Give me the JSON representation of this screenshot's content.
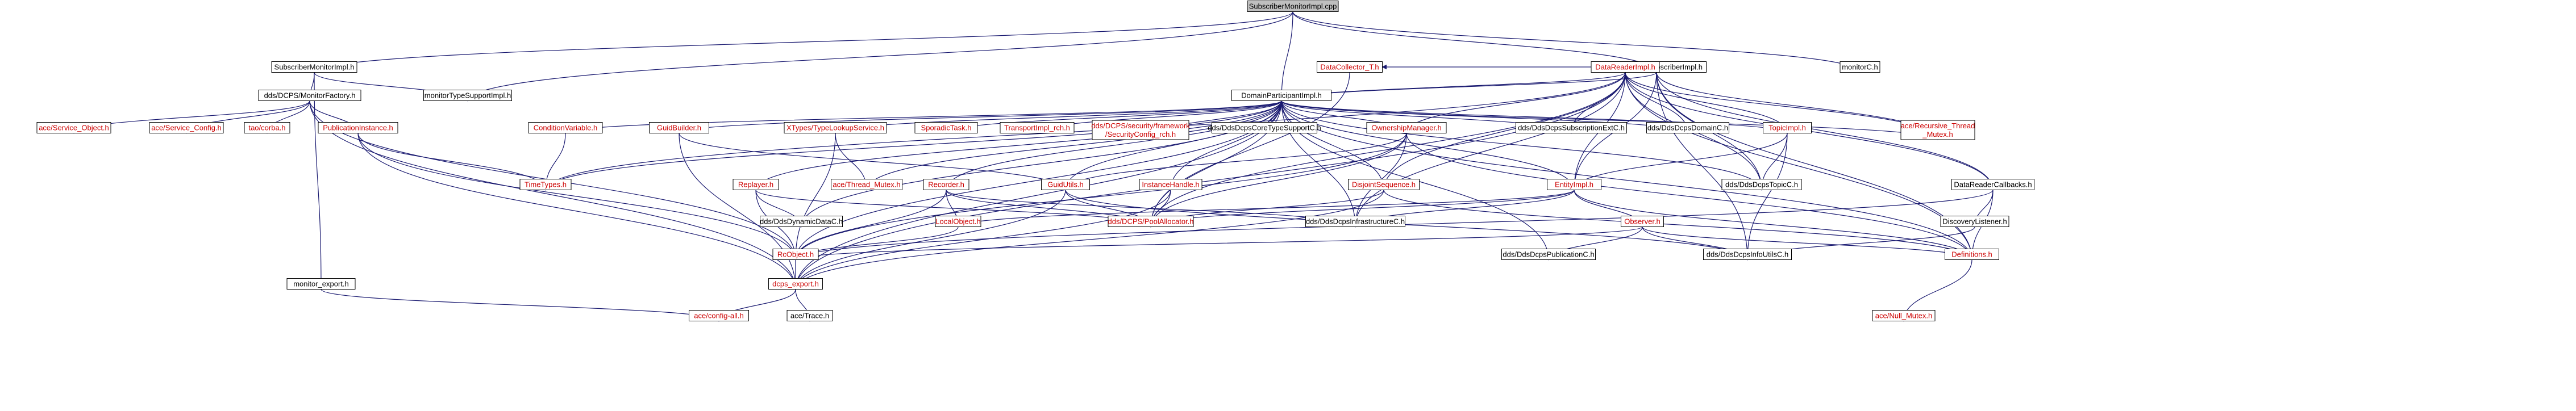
{
  "diagram": {
    "title": "SubscriberMonitorImpl.cpp",
    "colors": {
      "edge": "#191970",
      "root_fill": "#bfbfbf",
      "red_label": "#cc0000",
      "black_label": "#000000"
    },
    "nodes": [
      {
        "id": "root",
        "lines": [
          "SubscriberMonitorImpl.cpp"
        ],
        "color": "root"
      },
      {
        "id": "smi_h",
        "lines": [
          "SubscriberMonitorImpl.h"
        ],
        "color": "black"
      },
      {
        "id": "subimpl_h",
        "lines": [
          "dds/DCPS/SubscriberImpl.h"
        ],
        "color": "black"
      },
      {
        "id": "monitorc",
        "lines": [
          "monitorC.h"
        ],
        "color": "black"
      },
      {
        "id": "mtsi_h",
        "lines": [
          "monitorTypeSupportImpl.h"
        ],
        "color": "black"
      },
      {
        "id": "monfac_h",
        "lines": [
          "dds/DCPS/MonitorFactory.h"
        ],
        "color": "black"
      },
      {
        "id": "svc_obj",
        "lines": [
          "ace/Service_Object.h"
        ],
        "color": "red"
      },
      {
        "id": "svc_cfg",
        "lines": [
          "ace/Service_Config.h"
        ],
        "color": "red"
      },
      {
        "id": "tao_orb",
        "lines": [
          "tao/corba.h"
        ],
        "color": "red"
      },
      {
        "id": "pubinst",
        "lines": [
          "PublicationInstance.h"
        ],
        "color": "red"
      },
      {
        "id": "dpi_h",
        "lines": [
          "DomainParticipantImpl.h"
        ],
        "color": "black"
      },
      {
        "id": "dct_h",
        "lines": [
          "DataCollector_T.h"
        ],
        "color": "red"
      },
      {
        "id": "dri_h",
        "lines": [
          "DataReaderImpl.h"
        ],
        "color": "red"
      },
      {
        "id": "condvar",
        "lines": [
          "ConditionVariable.h"
        ],
        "color": "red"
      },
      {
        "id": "guidbuilder",
        "lines": [
          "GuidBuilder.h"
        ],
        "color": "red"
      },
      {
        "id": "xtlookup",
        "lines": [
          "XTypes/TypeLookupService.h"
        ],
        "color": "red"
      },
      {
        "id": "sporadic",
        "lines": [
          "SporadicTask.h"
        ],
        "color": "red"
      },
      {
        "id": "transport_rch",
        "lines": [
          "TransportImpl_rch.h"
        ],
        "color": "red"
      },
      {
        "id": "seccfg",
        "lines": [
          "dds/DCPS/security/framework",
          "/SecurityConfig_rch.h"
        ],
        "color": "red"
      },
      {
        "id": "coresupport",
        "lines": [
          "dds/DdsDcpsCoreTypeSupportC.h"
        ],
        "color": "black"
      },
      {
        "id": "ownermgr",
        "lines": [
          "OwnershipManager.h"
        ],
        "color": "red"
      },
      {
        "id": "subextc",
        "lines": [
          "dds/DdsDcpsSubscriptionExtC.h"
        ],
        "color": "black"
      },
      {
        "id": "domainc",
        "lines": [
          "dds/DdsDcpsDomainC.h"
        ],
        "color": "black"
      },
      {
        "id": "topicimpl",
        "lines": [
          "TopicImpl.h"
        ],
        "color": "red"
      },
      {
        "id": "recmutex",
        "lines": [
          "ace/Recursive_Thread",
          "_Mutex.h"
        ],
        "color": "red"
      },
      {
        "id": "drcb",
        "lines": [
          "DataReaderCallbacks.h"
        ],
        "color": "black"
      },
      {
        "id": "timetypes",
        "lines": [
          "TimeTypes.h"
        ],
        "color": "red"
      },
      {
        "id": "replayer",
        "lines": [
          "Replayer.h"
        ],
        "color": "red"
      },
      {
        "id": "acemutex",
        "lines": [
          "ace/Thread_Mutex.h"
        ],
        "color": "red"
      },
      {
        "id": "recorder",
        "lines": [
          "Recorder.h"
        ],
        "color": "red"
      },
      {
        "id": "guidutils",
        "lines": [
          "GuidUtils.h"
        ],
        "color": "red"
      },
      {
        "id": "insthandle",
        "lines": [
          "InstanceHandle.h"
        ],
        "color": "red"
      },
      {
        "id": "dispseq",
        "lines": [
          "DisjointSequence.h"
        ],
        "color": "red"
      },
      {
        "id": "entityimpl",
        "lines": [
          "EntityImpl.h"
        ],
        "color": "red"
      },
      {
        "id": "topicc",
        "lines": [
          "dds/DdsDcpsTopicC.h"
        ],
        "color": "black"
      },
      {
        "id": "dyndatac",
        "lines": [
          "dds/DdsDynamicDataC.h"
        ],
        "color": "black"
      },
      {
        "id": "localobj",
        "lines": [
          "LocalObject.h"
        ],
        "color": "red"
      },
      {
        "id": "poolalloc",
        "lines": [
          "dds/DCPS/PoolAllocator.h"
        ],
        "color": "red"
      },
      {
        "id": "infrac",
        "lines": [
          "dds/DdsDcpsInfrastructureC.h"
        ],
        "color": "black"
      },
      {
        "id": "observer",
        "lines": [
          "Observer.h"
        ],
        "color": "red"
      },
      {
        "id": "disclistener",
        "lines": [
          "DiscoveryListener.h"
        ],
        "color": "black"
      },
      {
        "id": "rcobject",
        "lines": [
          "RcObject.h"
        ],
        "color": "red"
      },
      {
        "id": "pubc",
        "lines": [
          "dds/DdsDcpsPublicationC.h"
        ],
        "color": "black"
      },
      {
        "id": "infoutils",
        "lines": [
          "dds/DdsDcpsInfoUtilsC.h"
        ],
        "color": "black"
      },
      {
        "id": "definitions",
        "lines": [
          "Definitions.h"
        ],
        "color": "red"
      },
      {
        "id": "monexport",
        "lines": [
          "monitor_export.h"
        ],
        "color": "black"
      },
      {
        "id": "dcpsexport",
        "lines": [
          "dcps_export.h"
        ],
        "color": "red"
      },
      {
        "id": "nullmutex",
        "lines": [
          "ace/Null_Mutex.h"
        ],
        "color": "red"
      },
      {
        "id": "configall",
        "lines": [
          "ace/config-all.h"
        ],
        "color": "red"
      },
      {
        "id": "acetrace",
        "lines": [
          "ace/Trace.h"
        ],
        "color": "black"
      }
    ],
    "edges": [
      [
        "root",
        "smi_h"
      ],
      [
        "root",
        "subimpl_h"
      ],
      [
        "root",
        "monitorc"
      ],
      [
        "root",
        "mtsi_h"
      ],
      [
        "root",
        "dpi_h"
      ],
      [
        "smi_h",
        "monfac_h"
      ],
      [
        "smi_h",
        "mtsi_h"
      ],
      [
        "smi_h",
        "monexport"
      ],
      [
        "monfac_h",
        "svc_obj"
      ],
      [
        "monfac_h",
        "svc_cfg"
      ],
      [
        "monfac_h",
        "tao_orb"
      ],
      [
        "monfac_h",
        "pubinst"
      ],
      [
        "monfac_h",
        "dcpsexport"
      ],
      [
        "monfac_h",
        "rcobject"
      ],
      [
        "pubinst",
        "timetypes"
      ],
      [
        "pubinst",
        "rcobject"
      ],
      [
        "pubinst",
        "dcpsexport"
      ],
      [
        "subimpl_h",
        "dct_h"
      ],
      [
        "subimpl_h",
        "dri_h"
      ],
      [
        "subimpl_h",
        "dpi_h"
      ],
      [
        "subimpl_h",
        "recmutex"
      ],
      [
        "subimpl_h",
        "drcb"
      ],
      [
        "subimpl_h",
        "definitions"
      ],
      [
        "subimpl_h",
        "topicc"
      ],
      [
        "subimpl_h",
        "entityimpl"
      ],
      [
        "subimpl_h",
        "infoutils"
      ],
      [
        "dct_h",
        "poolalloc"
      ],
      [
        "dri_h",
        "dpi_h"
      ],
      [
        "dri_h",
        "ownermgr"
      ],
      [
        "dri_h",
        "subextc"
      ],
      [
        "dri_h",
        "domainc"
      ],
      [
        "dri_h",
        "topicimpl"
      ],
      [
        "dri_h",
        "recmutex"
      ],
      [
        "dri_h",
        "drcb"
      ],
      [
        "dri_h",
        "dispseq"
      ],
      [
        "dri_h",
        "entityimpl"
      ],
      [
        "dri_h",
        "definitions"
      ],
      [
        "dri_h",
        "infrac"
      ],
      [
        "dri_h",
        "poolalloc"
      ],
      [
        "dri_h",
        "timetypes"
      ],
      [
        "dri_h",
        "dcpsexport"
      ],
      [
        "dri_h",
        "topicc"
      ],
      [
        "dpi_h",
        "condvar"
      ],
      [
        "dpi_h",
        "guidbuilder"
      ],
      [
        "dpi_h",
        "xtlookup"
      ],
      [
        "dpi_h",
        "sporadic"
      ],
      [
        "dpi_h",
        "transport_rch"
      ],
      [
        "dpi_h",
        "seccfg"
      ],
      [
        "dpi_h",
        "coresupport"
      ],
      [
        "dpi_h",
        "ownermgr"
      ],
      [
        "dpi_h",
        "subextc"
      ],
      [
        "dpi_h",
        "domainc"
      ],
      [
        "dpi_h",
        "topicimpl"
      ],
      [
        "dpi_h",
        "recmutex"
      ],
      [
        "dpi_h",
        "timetypes"
      ],
      [
        "dpi_h",
        "replayer"
      ],
      [
        "dpi_h",
        "acemutex"
      ],
      [
        "dpi_h",
        "recorder"
      ],
      [
        "dpi_h",
        "guidutils"
      ],
      [
        "dpi_h",
        "insthandle"
      ],
      [
        "dpi_h",
        "dispseq"
      ],
      [
        "dpi_h",
        "entityimpl"
      ],
      [
        "dpi_h",
        "topicc"
      ],
      [
        "dpi_h",
        "poolalloc"
      ],
      [
        "dpi_h",
        "infrac"
      ],
      [
        "dpi_h",
        "pubc"
      ],
      [
        "dpi_h",
        "definitions"
      ],
      [
        "dpi_h",
        "dcpsexport"
      ],
      [
        "dpi_h",
        "rcobject"
      ],
      [
        "dpi_h",
        "dyndatac"
      ],
      [
        "condvar",
        "timetypes"
      ],
      [
        "guidbuilder",
        "guidutils"
      ],
      [
        "guidbuilder",
        "dcpsexport"
      ],
      [
        "xtlookup",
        "acemutex"
      ],
      [
        "xtlookup",
        "rcobject"
      ],
      [
        "ownermgr",
        "guidutils"
      ],
      [
        "ownermgr",
        "poolalloc"
      ],
      [
        "ownermgr",
        "infrac"
      ],
      [
        "ownermgr",
        "rcobject"
      ],
      [
        "ownermgr",
        "definitions"
      ],
      [
        "topicimpl",
        "entityimpl"
      ],
      [
        "topicimpl",
        "topicc"
      ],
      [
        "topicimpl",
        "infoutils"
      ],
      [
        "drcb",
        "definitions"
      ],
      [
        "drcb",
        "disclistener"
      ],
      [
        "drcb",
        "rcobject"
      ],
      [
        "replayer",
        "poolalloc"
      ],
      [
        "replayer",
        "rcobject"
      ],
      [
        "replayer",
        "dyndatac"
      ],
      [
        "recorder",
        "poolalloc"
      ],
      [
        "recorder",
        "localobj"
      ],
      [
        "recorder",
        "rcobject"
      ],
      [
        "recorder",
        "infrac"
      ],
      [
        "guidutils",
        "poolalloc"
      ],
      [
        "guidutils",
        "dcpsexport"
      ],
      [
        "guidutils",
        "infoutils"
      ],
      [
        "insthandle",
        "poolalloc"
      ],
      [
        "insthandle",
        "dcpsexport"
      ],
      [
        "dispseq",
        "poolalloc"
      ],
      [
        "dispseq",
        "dcpsexport"
      ],
      [
        "dispseq",
        "definitions"
      ],
      [
        "entityimpl",
        "observer"
      ],
      [
        "entityimpl",
        "localobj"
      ],
      [
        "entityimpl",
        "poolalloc"
      ],
      [
        "entityimpl",
        "infrac"
      ],
      [
        "entityimpl",
        "definitions"
      ],
      [
        "localobj",
        "rcobject"
      ],
      [
        "observer",
        "rcobject"
      ],
      [
        "observer",
        "pubc"
      ],
      [
        "observer",
        "infoutils"
      ],
      [
        "observer",
        "definitions"
      ],
      [
        "disclistener",
        "infoutils"
      ],
      [
        "rcobject",
        "dcpsexport"
      ],
      [
        "definitions",
        "nullmutex"
      ],
      [
        "monexport",
        "configall"
      ],
      [
        "dcpsexport",
        "configall"
      ],
      [
        "dcpsexport",
        "acetrace"
      ]
    ]
  }
}
